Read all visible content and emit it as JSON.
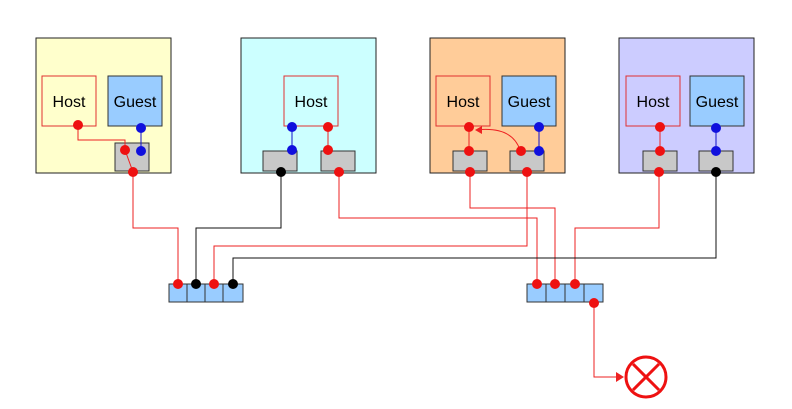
{
  "colors": {
    "panel1": "#ffffcc",
    "panel2": "#ccffff",
    "panel3": "#ffcc99",
    "panel4": "#ccccff",
    "host_border": "#e03030",
    "guest_fill": "#99ccff",
    "port_fill": "#c8c8c8",
    "wire_red": "#ee2222",
    "wire_black": "#111111",
    "dot_blue": "#1010dd",
    "terminator": "#ee1111"
  },
  "panels": [
    {
      "host_label": "Host",
      "guest_label": "Guest"
    },
    {
      "host_label": "Host"
    },
    {
      "host_label": "Host",
      "guest_label": "Guest"
    },
    {
      "host_label": "Host",
      "guest_label": "Guest"
    }
  ],
  "icons": {
    "terminator": "circle-x-icon"
  }
}
